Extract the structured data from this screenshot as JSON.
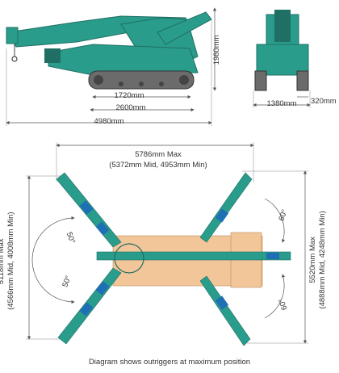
{
  "colors": {
    "machine": "#2a9c8b",
    "machine_dark": "#1f6f64",
    "track": "#6b6b6b",
    "outrigger_blue": "#1e6fb4",
    "base_orange": "#f3c69a",
    "dim_line": "#555555"
  },
  "side_view": {
    "dim_1720": "1720mm",
    "dim_2600": "2600mm",
    "dim_4980": "4980mm",
    "dim_height": "1980mm"
  },
  "front_view": {
    "dim_width": "1380mm",
    "dim_track": "320mm"
  },
  "top_view": {
    "span_width_max": "5786mm Max",
    "span_width_sub": "(5372mm Mid, 4953mm Min)",
    "left_height_max": "5118mm Max",
    "left_height_sub": "(4566mm Mid, 4008mm Min)",
    "right_height_max": "5520mm Max",
    "right_height_sub": "(4888mm Mid, 4248mm Min)",
    "angle_left_top": "50°",
    "angle_left_bottom": "50°",
    "angle_right_top": "60°",
    "angle_right_bottom": "60°"
  },
  "caption": "Diagram shows outriggers at maximum position"
}
